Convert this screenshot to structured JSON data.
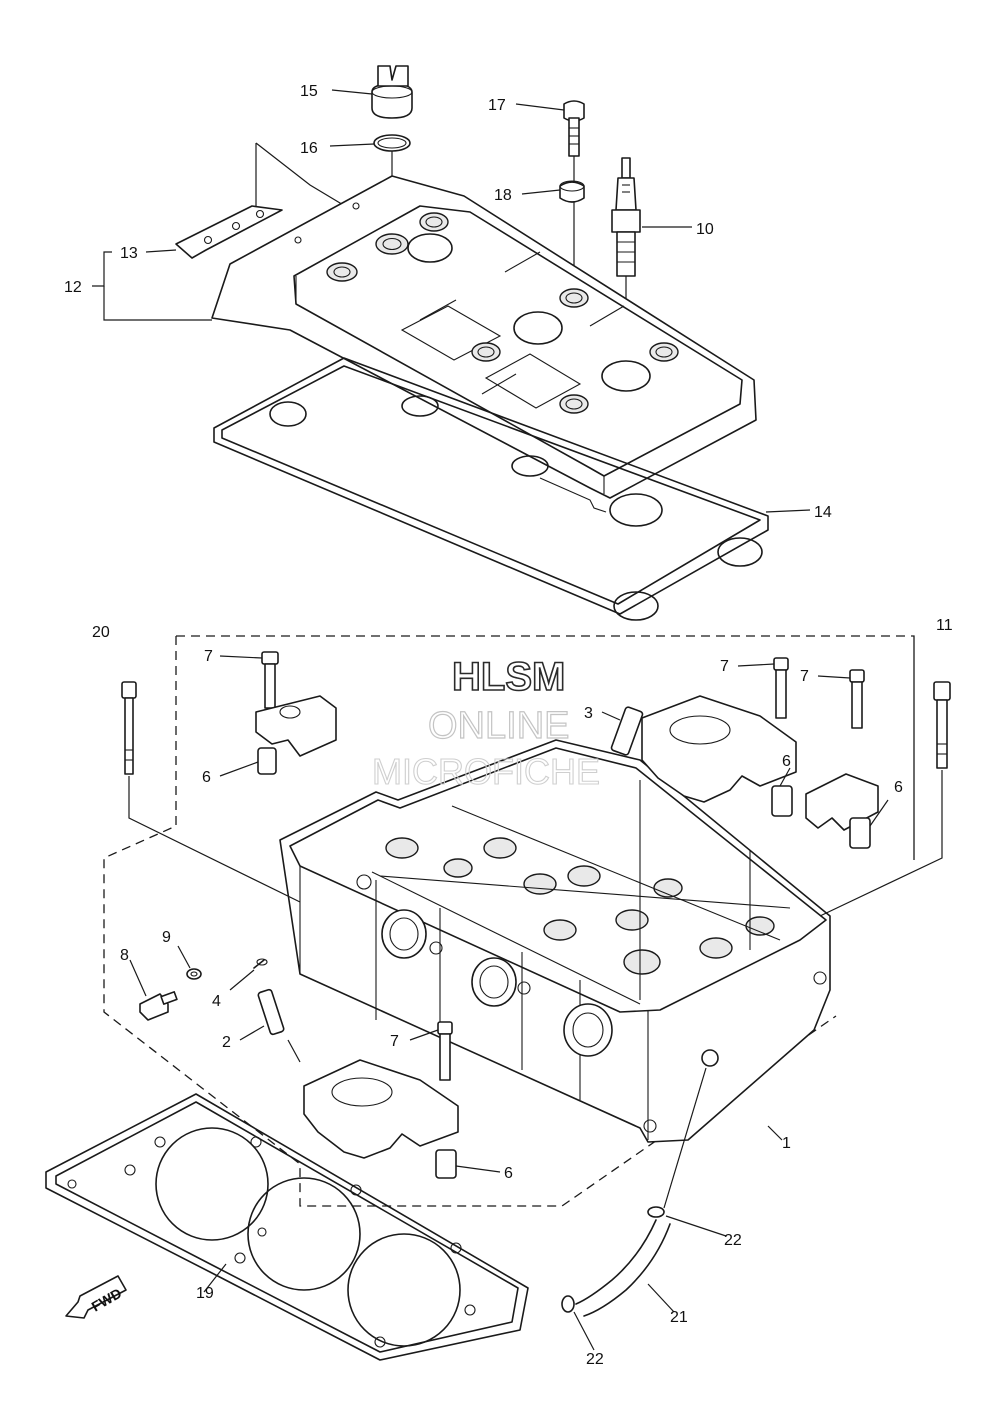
{
  "watermark": {
    "line1": "HLSM",
    "line2": "ONLINE",
    "line3": "MICROFICHE"
  },
  "direction_marker": "FWD",
  "callouts": [
    {
      "id": "c15",
      "text": "15"
    },
    {
      "id": "c16",
      "text": "16"
    },
    {
      "id": "c17",
      "text": "17"
    },
    {
      "id": "c18",
      "text": "18"
    },
    {
      "id": "c10",
      "text": "10"
    },
    {
      "id": "c13",
      "text": "13"
    },
    {
      "id": "c12",
      "text": "12"
    },
    {
      "id": "c14",
      "text": "14"
    },
    {
      "id": "c20",
      "text": "20"
    },
    {
      "id": "c11",
      "text": "11"
    },
    {
      "id": "c7a",
      "text": "7"
    },
    {
      "id": "c7b",
      "text": "7"
    },
    {
      "id": "c7c",
      "text": "7"
    },
    {
      "id": "c7d",
      "text": "7"
    },
    {
      "id": "c6a",
      "text": "6"
    },
    {
      "id": "c6b",
      "text": "6"
    },
    {
      "id": "c6c",
      "text": "6"
    },
    {
      "id": "c6d",
      "text": "6"
    },
    {
      "id": "c3",
      "text": "3"
    },
    {
      "id": "c9",
      "text": "9"
    },
    {
      "id": "c8",
      "text": "8"
    },
    {
      "id": "c4",
      "text": "4"
    },
    {
      "id": "c2",
      "text": "2"
    },
    {
      "id": "c1",
      "text": "1"
    },
    {
      "id": "c19",
      "text": "19"
    },
    {
      "id": "c21",
      "text": "21"
    },
    {
      "id": "c22a",
      "text": "22"
    },
    {
      "id": "c22b",
      "text": "22"
    }
  ]
}
